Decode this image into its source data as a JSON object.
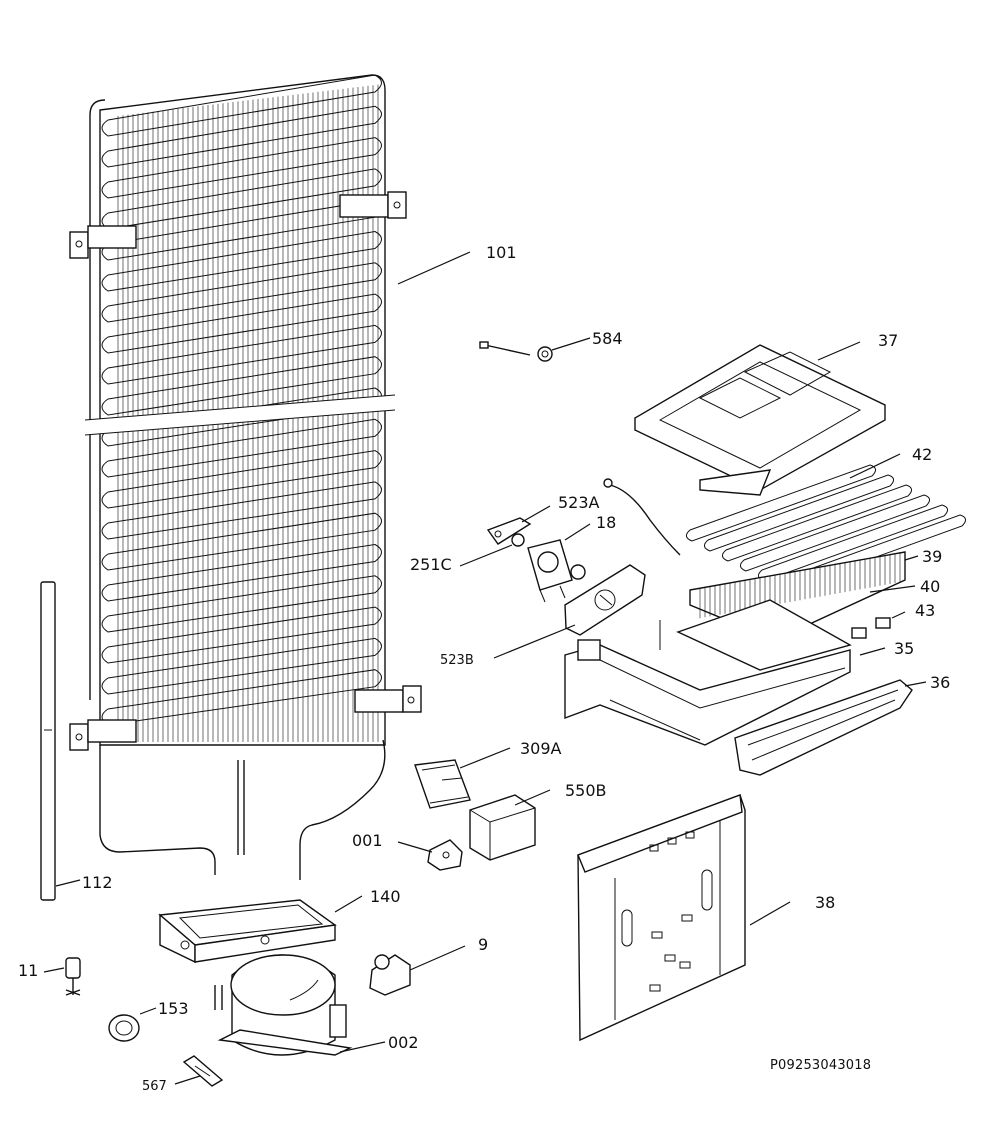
{
  "labels": {
    "p101": "101",
    "p584": "584",
    "p37": "37",
    "p42": "42",
    "p523a": "523A",
    "p18": "18",
    "p251c": "251C",
    "p39": "39",
    "p40": "40",
    "p43": "43",
    "p523b": "523B",
    "p35": "35",
    "p36": "36",
    "p309a": "309A",
    "p550b": "550B",
    "p001": "001",
    "p112": "112",
    "p140": "140",
    "p38": "38",
    "p9": "9",
    "p11": "11",
    "p153": "153",
    "p002": "002",
    "p567": "567"
  },
  "reference_code": "P09253043018"
}
